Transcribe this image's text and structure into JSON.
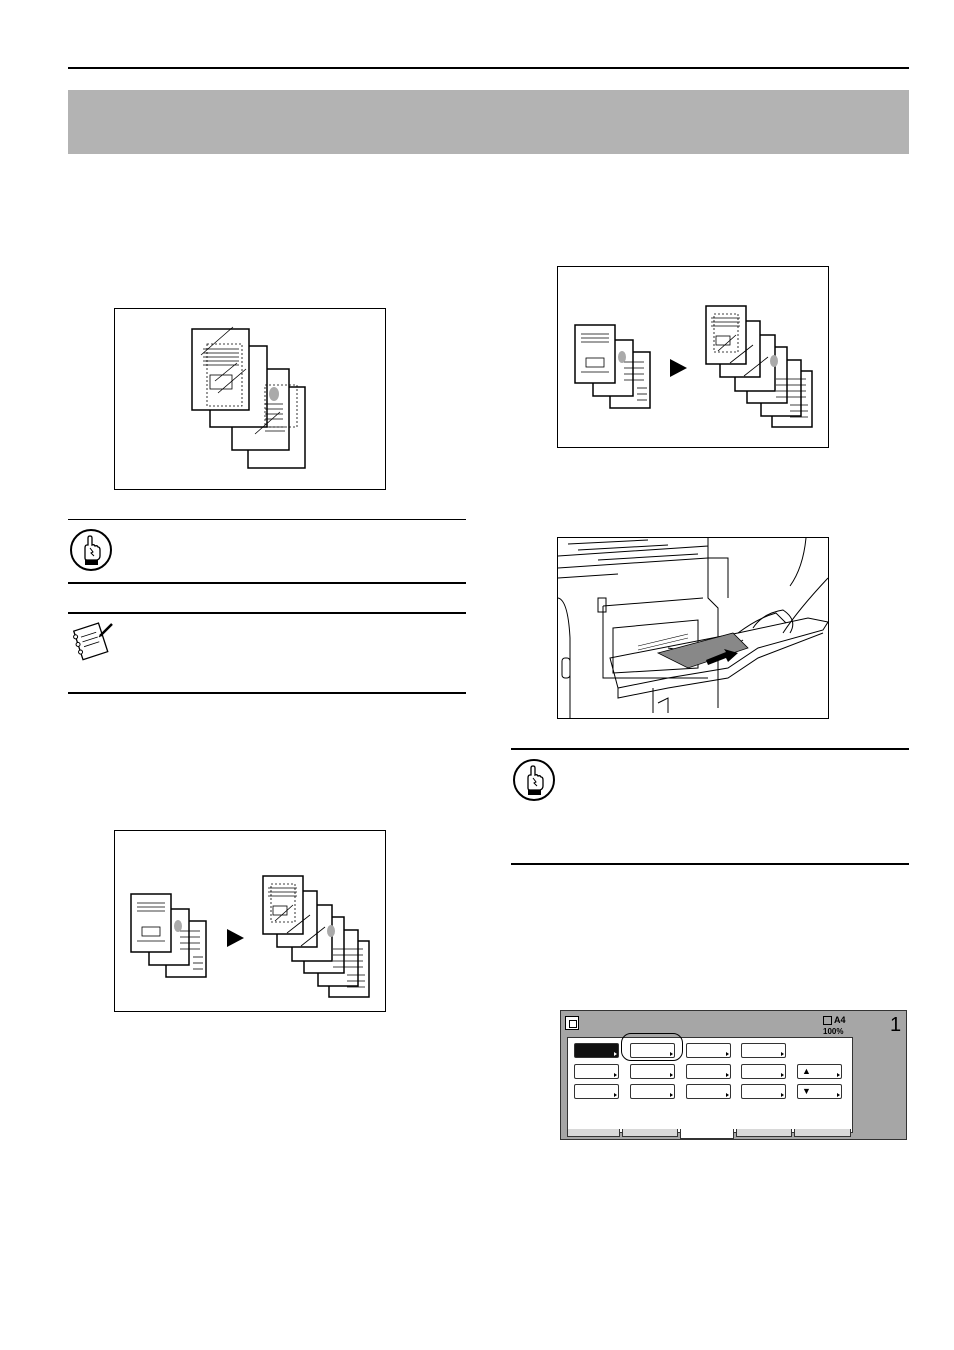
{
  "page": {
    "accent": "#b3b3b3"
  },
  "touch_panel": {
    "size_label": "A4",
    "zoom_label": "100%",
    "copies": "1",
    "up_arrow": "▲",
    "down_arrow": "▼"
  },
  "icons": {
    "important": "pointing-hand-icon",
    "note": "notepad-icon"
  }
}
